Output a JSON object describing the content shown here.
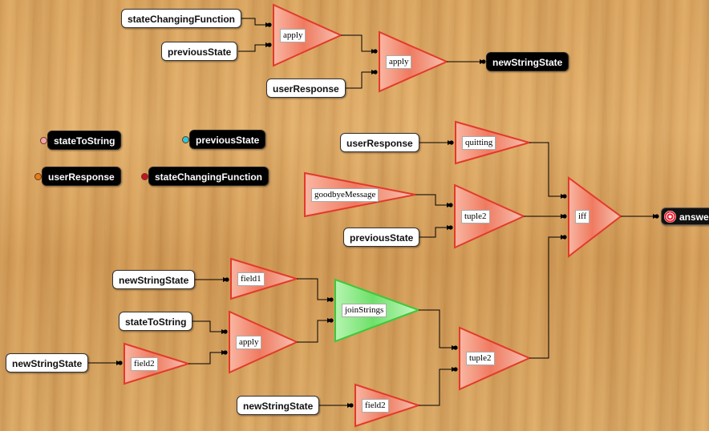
{
  "inputs": {
    "stateChangingFunction": "stateChangingFunction",
    "previousState_top": "previousState",
    "userResponse_top": "userResponse",
    "userResponse_mid": "userResponse",
    "previousState_mid": "previousState",
    "newStringState_a": "newStringState",
    "stateToString": "stateToString",
    "newStringState_b": "newStringState",
    "newStringState_c": "newStringState"
  },
  "outputs": {
    "newStringState": "newStringState",
    "answer": "answer"
  },
  "legend": [
    {
      "label": "stateToString",
      "dot_color": "#f5a0b4"
    },
    {
      "label": "previousState",
      "dot_color": "#28c8e0"
    },
    {
      "label": "userResponse",
      "dot_color": "#e87a1e"
    },
    {
      "label": "stateChangingFunction",
      "dot_color": "#c8102e"
    }
  ],
  "functions": {
    "apply_top1": "apply",
    "apply_top2": "apply",
    "quitting": "quitting",
    "goodbyeMessage": "goodbyeMessage",
    "tuple2_upper": "tuple2",
    "iff": "iff",
    "field1": "field1",
    "joinStrings": "joinStrings",
    "apply_low": "apply",
    "field2_left": "field2",
    "tuple2_lower": "tuple2",
    "field2_bottom": "field2"
  },
  "colors": {
    "function_triangle": "#ee6a50",
    "highlight_triangle": "#5ee05e",
    "wire": "#000000"
  }
}
